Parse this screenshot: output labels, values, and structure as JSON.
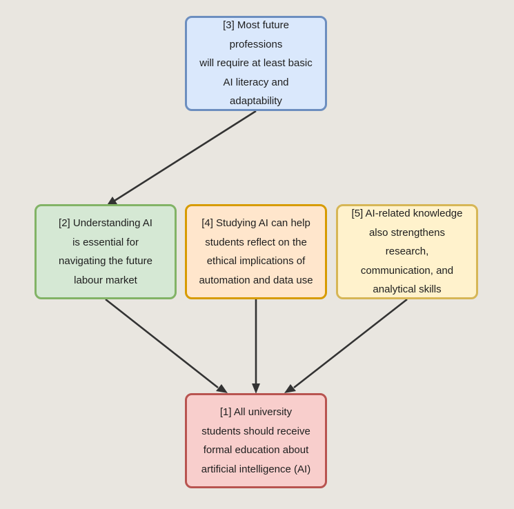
{
  "nodes": {
    "n3": {
      "text": "[3] Most future professions\nwill require at least basic\nAI literacy and\nadaptability",
      "fill": "#dae8fc",
      "stroke": "#6c8ebf"
    },
    "n2": {
      "text": "[2] Understanding AI\nis essential for\nnavigating the future\nlabour market",
      "fill": "#d5e8d4",
      "stroke": "#82b366"
    },
    "n4": {
      "text": "[4] Studying AI can help\nstudents reflect on the\nethical implications of\nautomation and data use",
      "fill": "#ffe6cc",
      "stroke": "#d79b00"
    },
    "n5": {
      "text": "[5] AI-related knowledge\nalso strengthens research,\ncommunication, and\nanalytical skills",
      "fill": "#fff2cc",
      "stroke": "#d6b656"
    },
    "n1": {
      "text": "[1] All university\nstudents should receive\nformal education about\nartificial intelligence (AI)",
      "fill": "#f8cecc",
      "stroke": "#b85450"
    }
  },
  "edges": [
    {
      "from": "n3",
      "to": "n2"
    },
    {
      "from": "n2",
      "to": "n1"
    },
    {
      "from": "n4",
      "to": "n1"
    },
    {
      "from": "n5",
      "to": "n1"
    }
  ],
  "colors": {
    "background": "#e9e6e0",
    "arrow": "#333333"
  }
}
